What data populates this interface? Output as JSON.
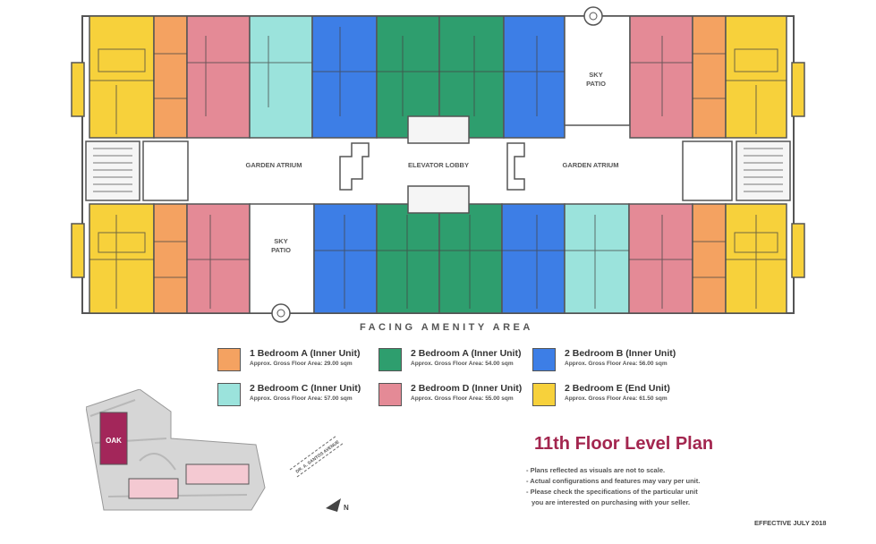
{
  "floor_title": "11th Floor Level Plan",
  "facing_label": "FACING AMENITY AREA",
  "effective_label": "EFFECTIVE JULY 2018",
  "plan_labels": {
    "sky_patio_top": [
      "SKY",
      "PATIO"
    ],
    "sky_patio_bottom": [
      "SKY",
      "PATIO"
    ],
    "garden_atrium_left": "GARDEN ATRIUM",
    "garden_atrium_right": "GARDEN ATRIUM",
    "elevator_lobby": "ELEVATOR LOBBY"
  },
  "legend": [
    {
      "name": "1 Bedroom A (Inner Unit)",
      "area": "Approx. Gross Floor Area: 29.00 sqm",
      "color": "#f4a261"
    },
    {
      "name": "2 Bedroom A (Inner Unit)",
      "area": "Approx. Gross Floor Area: 54.00 sqm",
      "color": "#2e9e6e"
    },
    {
      "name": "2 Bedroom B (Inner Unit)",
      "area": "Approx. Gross Floor Area: 56.00 sqm",
      "color": "#3d7ee6"
    },
    {
      "name": "2 Bedroom C (Inner Unit)",
      "area": "Approx. Gross Floor Area: 57.00 sqm",
      "color": "#9be3dc"
    },
    {
      "name": "2 Bedroom D (Inner Unit)",
      "area": "Approx. Gross Floor Area: 55.00 sqm",
      "color": "#e48a96"
    },
    {
      "name": "2 Bedroom E (End Unit)",
      "area": "Approx. Gross Floor Area: 61.50 sqm",
      "color": "#f7d13b"
    }
  ],
  "notes": [
    "- Plans reflected as visuals are not to scale.",
    "- Actual configurations and features may vary per unit.",
    "- Please check the specifications of the particular unit",
    "  you are interested on purchasing with your seller."
  ],
  "key_map": {
    "building_label": "OAK",
    "street_label": "DR. A. SANTOS AVENUE",
    "north_label": "N",
    "highlight_color": "#a3265a"
  },
  "colors": {
    "1br_a": "#f4a261",
    "2br_a": "#2e9e6e",
    "2br_b": "#3d7ee6",
    "2br_c": "#9be3dc",
    "2br_d": "#e48a96",
    "2br_e": "#f7d13b"
  }
}
